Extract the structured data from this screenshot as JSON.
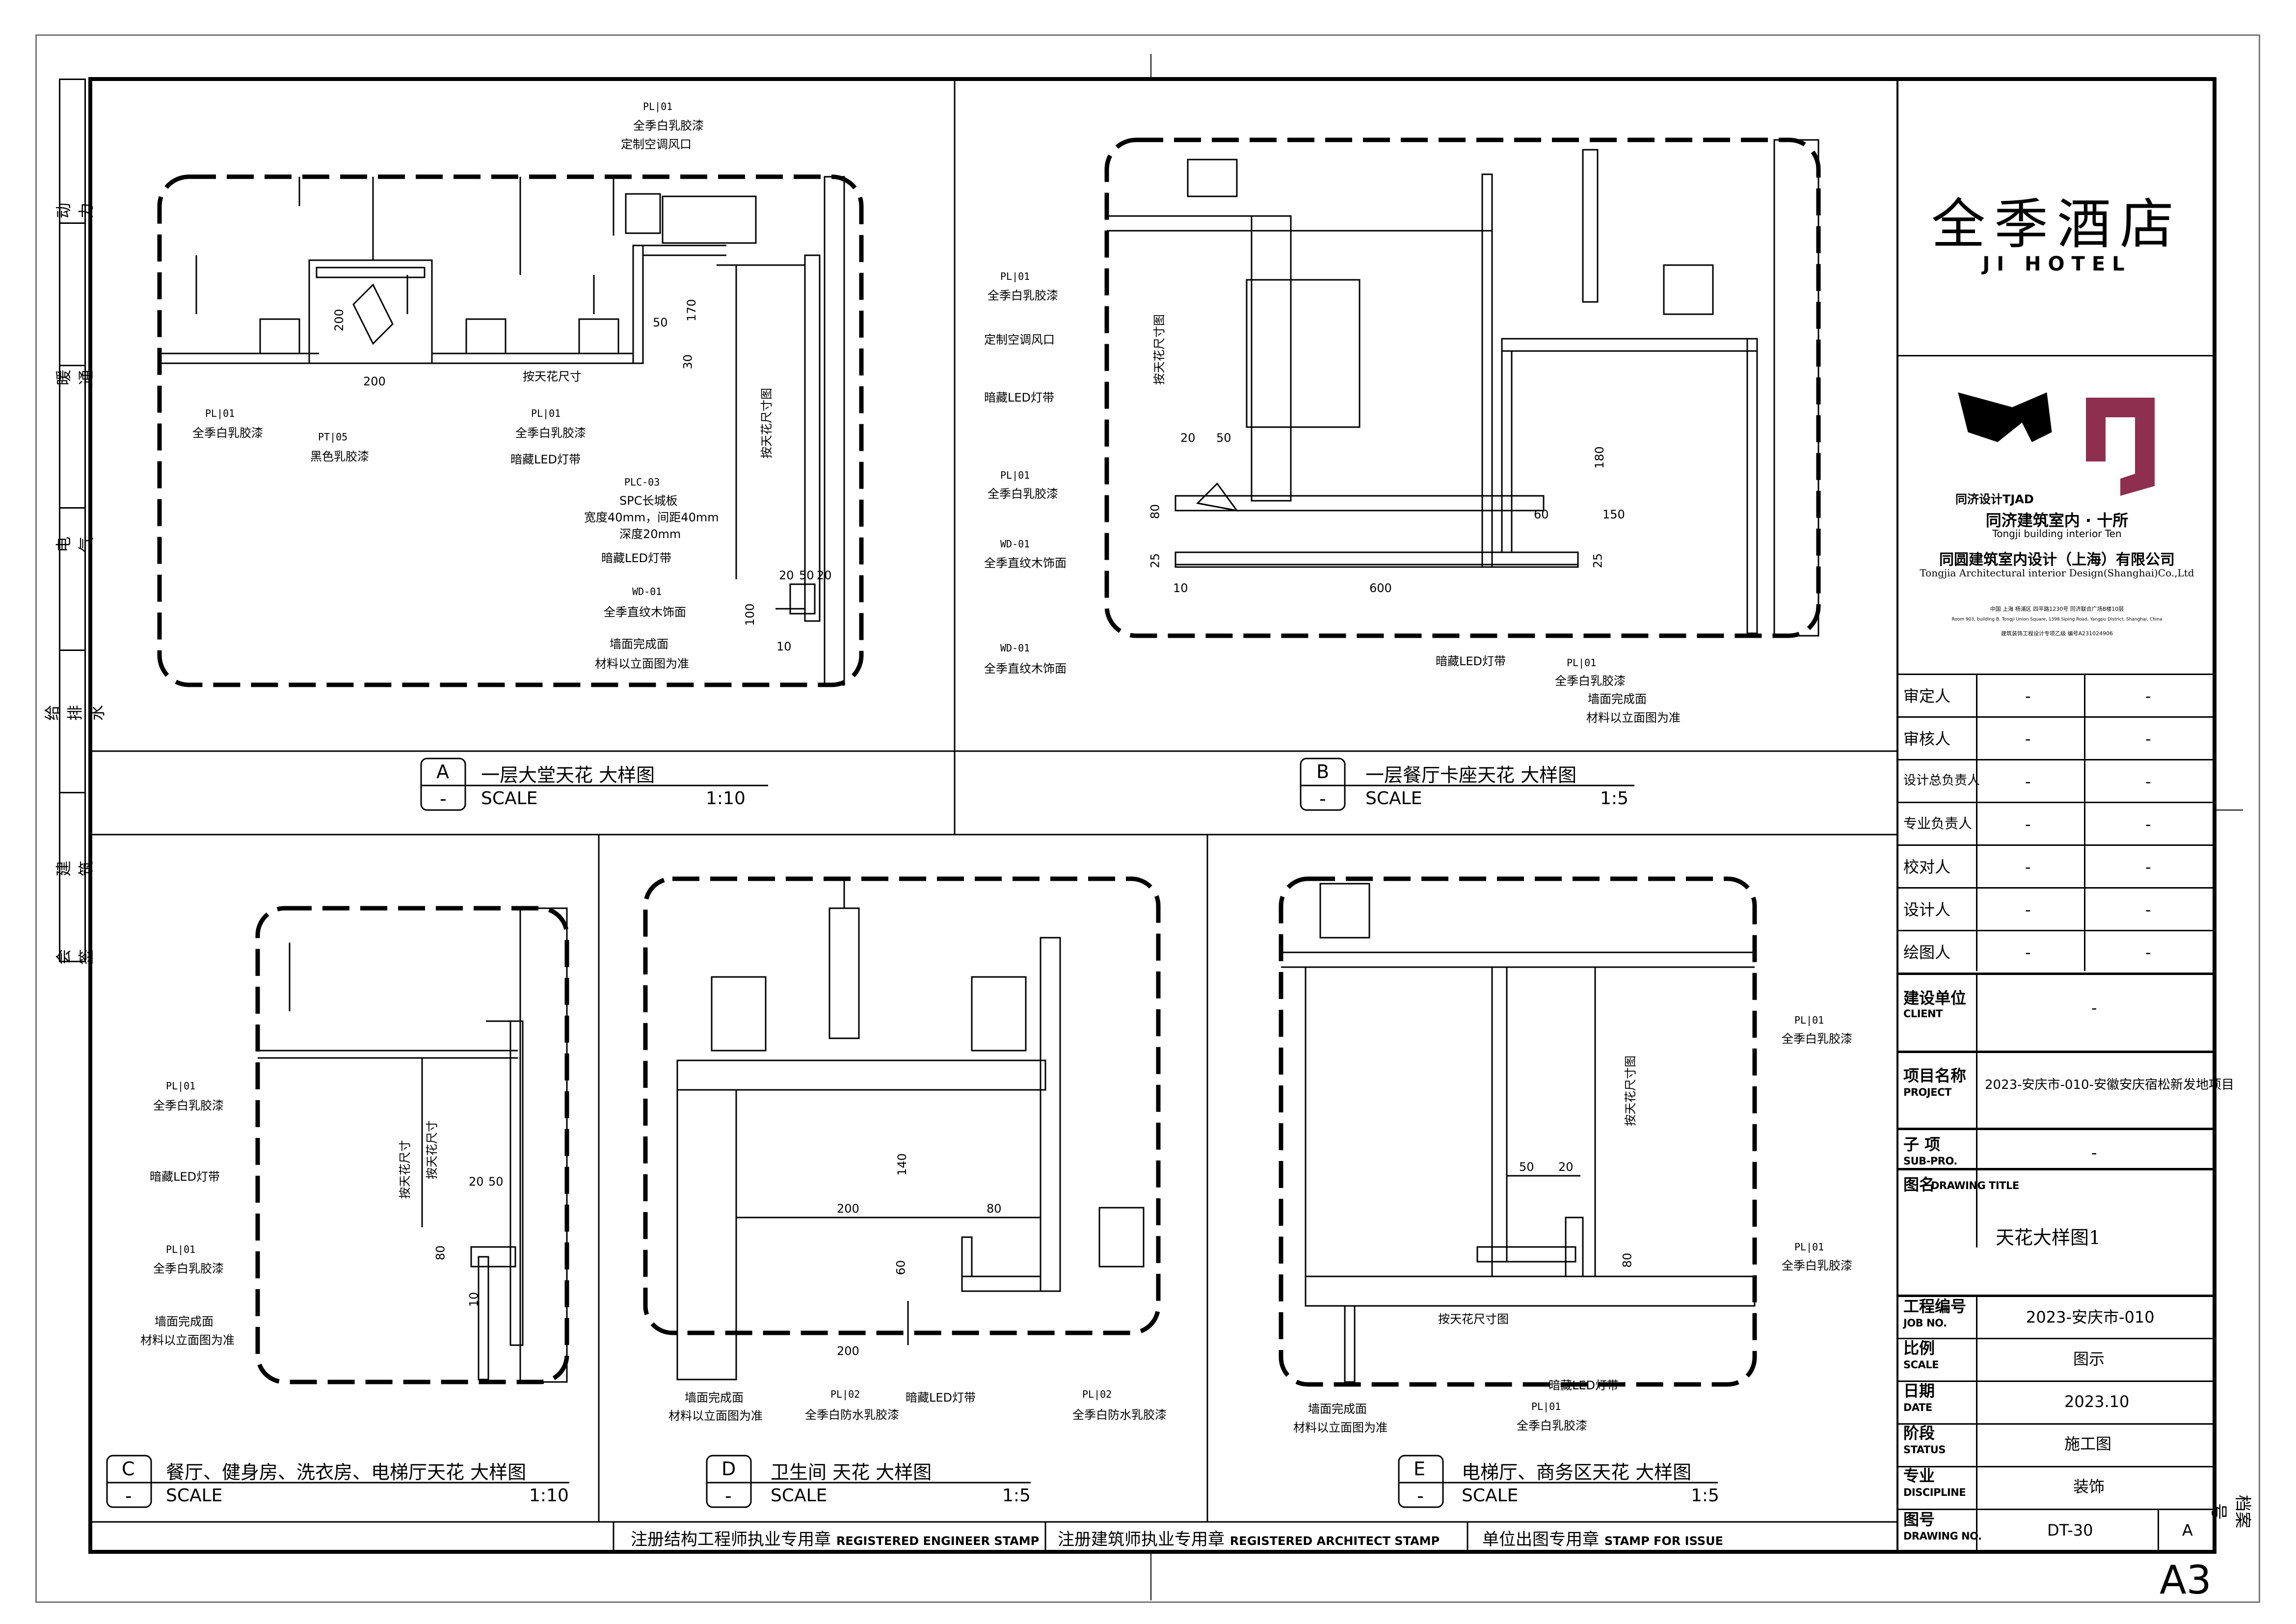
{
  "sheet_size": "A3",
  "side_column": {
    "items": [
      "动 力",
      "暖 通",
      "电 气",
      "给排水",
      "建 筑",
      "会 签"
    ]
  },
  "hotel": {
    "name_cn": "全季酒店",
    "name_en": "JI HOTEL"
  },
  "design_firm": {
    "logo_caption": "同济设计TJAD",
    "dept_cn": "同济建筑室内 · 十所",
    "dept_en": "Tongji building interior Ten",
    "company_cn": "同圆建筑室内设计（上海）有限公司",
    "company_en": "Tongjia Architectural interior Design(Shanghai)Co.,Ltd",
    "address_cn": "中国  上海  杨浦区  四平路1230号  同济联合广场B楼10层",
    "address_en": "Room 903, building B, Tongji Union Square, 1398 Siping Road, Yangpu District, Shanghai, China",
    "license": "建筑装饰工程设计专项乙级   编号A231024906"
  },
  "signoff": [
    {
      "label": "审定人",
      "a": "-",
      "b": "-"
    },
    {
      "label": "审核人",
      "a": "-",
      "b": "-"
    },
    {
      "label": "设计总负责人",
      "a": "-",
      "b": "-"
    },
    {
      "label": "专业负责人",
      "a": "-",
      "b": "-"
    },
    {
      "label": "校对人",
      "a": "-",
      "b": "-"
    },
    {
      "label": "设计人",
      "a": "-",
      "b": "-"
    },
    {
      "label": "绘图人",
      "a": "-",
      "b": "-"
    }
  ],
  "client": {
    "label_cn": "建设单位",
    "label_en": "CLIENT",
    "value": "-"
  },
  "project": {
    "label_cn": "项目名称",
    "label_en": "PROJECT",
    "value": "2023-安庆市-010-安徽安庆宿松新发地项目"
  },
  "sub_project": {
    "label_cn": "子 项",
    "label_en": "SUB-PRO.",
    "value": "-"
  },
  "drawing_title": {
    "label_cn": "图名",
    "label_en": "DRAWING TITLE",
    "value": "天花大样图1"
  },
  "job_no": {
    "label_cn": "工程编号",
    "label_en": "JOB NO.",
    "value": "2023-安庆市-010"
  },
  "scale": {
    "label_cn": "比例",
    "label_en": "SCALE",
    "value": "图示"
  },
  "date": {
    "label_cn": "日期",
    "label_en": "DATE",
    "value": "2023.10"
  },
  "status": {
    "label_cn": "阶段",
    "label_en": "STATUS",
    "value": "施工图"
  },
  "discipline": {
    "label_cn": "专业",
    "label_en": "DISCIPLINE",
    "value": "装饰"
  },
  "drawing_no": {
    "label_cn": "图号",
    "label_en": "DRAWING NO.",
    "value": "DT-30",
    "rev": "A"
  },
  "archive_label": "档案号",
  "stamps": [
    {
      "cn": "注册结构工程师执业专用章",
      "en": "REGISTERED ENGINEER STAMP"
    },
    {
      "cn": "注册建筑师执业专用章",
      "en": "REGISTERED ARCHITECT STAMP"
    },
    {
      "cn": "单位出图专用章",
      "en": "STAMP FOR ISSUE"
    }
  ],
  "panels": [
    {
      "id": "A",
      "sub": "-",
      "title": "一层大堂天花 大样图",
      "scale_label": "SCALE",
      "scale": "1:10"
    },
    {
      "id": "B",
      "sub": "-",
      "title": "一层餐厅卡座天花 大样图",
      "scale_label": "SCALE",
      "scale": "1:5"
    },
    {
      "id": "C",
      "sub": "-",
      "title": "餐厅、健身房、洗衣房、电梯厅天花 大样图",
      "scale_label": "SCALE",
      "scale": "1:10"
    },
    {
      "id": "D",
      "sub": "-",
      "title": "卫生间 天花 大样图",
      "scale_label": "SCALE",
      "scale": "1:5"
    },
    {
      "id": "E",
      "sub": "-",
      "title": "电梯厅、商务区天花 大样图",
      "scale_label": "SCALE",
      "scale": "1:5"
    }
  ],
  "notes": {
    "a": {
      "pl01_top": "全季白乳胶漆",
      "ac_vent": "定制空调风口",
      "pl01_left": "全季白乳胶漆",
      "pt05": "黑色乳胶漆",
      "pl01_mid": "全季白乳胶漆",
      "led": "暗藏LED灯带",
      "plc03_l1": "SPC长城板",
      "plc03_l2": "宽度40mm，间距40mm",
      "plc03_l3": "深度20mm",
      "led2": "暗藏LED灯带",
      "wd01": "全季直纹木饰面",
      "wall1": "墙面完成面",
      "wall2": "材料以立面图为准",
      "dim_ceiling": "按天花尺寸",
      "dim_ceiling2": "按天花尺寸图",
      "d200a": "200",
      "d200b": "200",
      "d50": "50",
      "d170": "170",
      "d30": "30",
      "d20": "20",
      "d50b": "50",
      "d20b": "20",
      "d100": "100",
      "d10": "10"
    },
    "b": {
      "pl01a": "全季白乳胶漆",
      "ac_vent": "定制空调风口",
      "led": "暗藏LED灯带",
      "pl01b": "全季白乳胶漆",
      "wd01a": "全季直纹木饰面",
      "wd01b": "全季直纹木饰面",
      "led2": "暗藏LED灯带",
      "pl01c": "全季白乳胶漆",
      "wall1": "墙面完成面",
      "wall2": "材料以立面图为准",
      "dim_ceiling": "按天花尺寸图",
      "d20": "20",
      "d50": "50",
      "d80": "80",
      "d25a": "25",
      "d10": "10",
      "d600": "600",
      "d180": "180",
      "d60": "60",
      "d150": "150",
      "d25b": "25"
    },
    "c": {
      "pl01a": "全季白乳胶漆",
      "led": "暗藏LED灯带",
      "pl01b": "全季白乳胶漆",
      "wall1": "墙面完成面",
      "wall2": "材料以立面图为准",
      "dim1": "按天花尺寸",
      "dim2": "按天花尺寸",
      "d20": "20",
      "d50": "50",
      "d80": "80",
      "d10": "10"
    },
    "d": {
      "wall1": "墙面完成面",
      "wall2": "材料以立面图为准",
      "pl02a": "全季白防水乳胶漆",
      "led": "暗藏LED灯带",
      "pl02b": "全季白防水乳胶漆",
      "d140": "140",
      "d200a": "200",
      "d80": "80",
      "d60": "60",
      "d200b": "200"
    },
    "e": {
      "pl01a": "全季白乳胶漆",
      "pl01b": "全季白乳胶漆",
      "wall1": "墙面完成面",
      "wall2": "材料以立面图为准",
      "led": "暗藏LED灯带",
      "pl01c": "全季白乳胶漆",
      "dim1": "按天花尺寸图",
      "dim2": "按天花尺寸图",
      "d50": "50",
      "d20": "20",
      "d80": "80"
    }
  },
  "tags": {
    "pl": "PL",
    "pt": "PT",
    "plc": "PLC-03",
    "wd": "WD-01",
    "n01": "01",
    "n02": "02",
    "n05": "05"
  }
}
